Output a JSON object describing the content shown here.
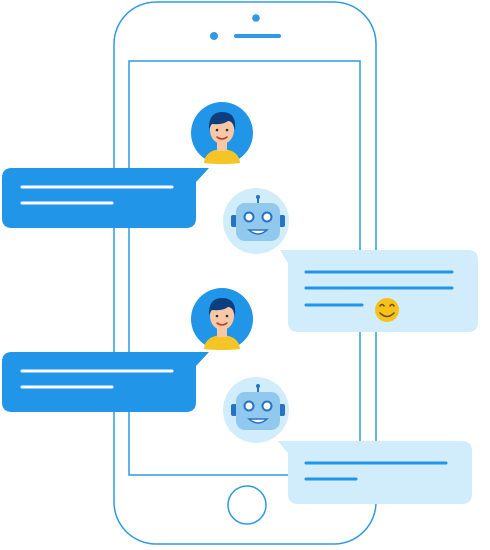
{
  "illustration": {
    "subject": "chatbot-conversation",
    "colors": {
      "outline": "#2f9ae3",
      "user_bubble": "#2196e9",
      "bot_bubble": "#d1ecfb",
      "user_line": "#ffffff",
      "bot_line": "#2196e9",
      "avatar_bg": "#2196e9",
      "skin": "#f7c7a6",
      "hair": "#0d3f7f",
      "shirt": "#f4c524",
      "bot_bg": "#d1ecfb",
      "robot_head": "#90c9ed",
      "robot_dark": "#2872c4",
      "emoji": "#f7c11b"
    },
    "messages": [
      {
        "sender": "user",
        "lines": 2
      },
      {
        "sender": "bot",
        "lines": 3,
        "emoji": "smile-emoji"
      },
      {
        "sender": "user",
        "lines": 2
      },
      {
        "sender": "bot",
        "lines": 2
      }
    ]
  }
}
